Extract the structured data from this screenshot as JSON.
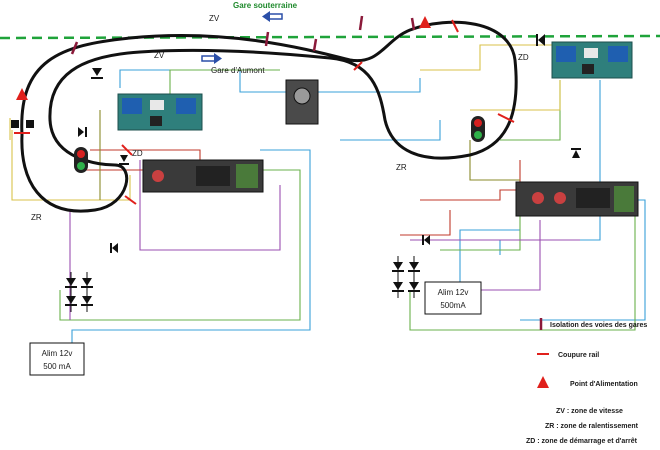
{
  "labels": {
    "gare_souterraine": "Gare souterraine",
    "gare_aumont": "Gare d'Aumont",
    "zv_top": "ZV",
    "zv_inner": "ZV",
    "zd_left": "ZD",
    "zd_right": "ZD",
    "zr_left": "ZR",
    "zr_right": "ZR"
  },
  "power_supplies": [
    {
      "line1": "Alim 12v",
      "line2": "500 mA"
    },
    {
      "line1": "Alim 12v",
      "line2": "500mA"
    }
  ],
  "legend": {
    "isolation": "Isolation des voies des gares",
    "coupure": "Coupure rail",
    "point": "Point d'Alimentation",
    "zv": "ZV : zone de vitesse",
    "zr": "ZR : zone de ralentissement",
    "zd": "ZD : zone de démarrage et d'arrêt"
  },
  "colors": {
    "track": "#111111",
    "isolation": "#8b1a3a",
    "coupure": "#e0201c",
    "feed_point": "#e0201c",
    "dashed_green": "#1fa33a",
    "arrow_blue": "#2b4fa8",
    "wire_cyan": "#3aa0d8",
    "wire_green": "#6ab04c",
    "wire_purple": "#9a4fb0",
    "wire_yellow": "#d8c24a",
    "wire_red": "#c0392b",
    "wire_olive": "#8a8a2a"
  }
}
